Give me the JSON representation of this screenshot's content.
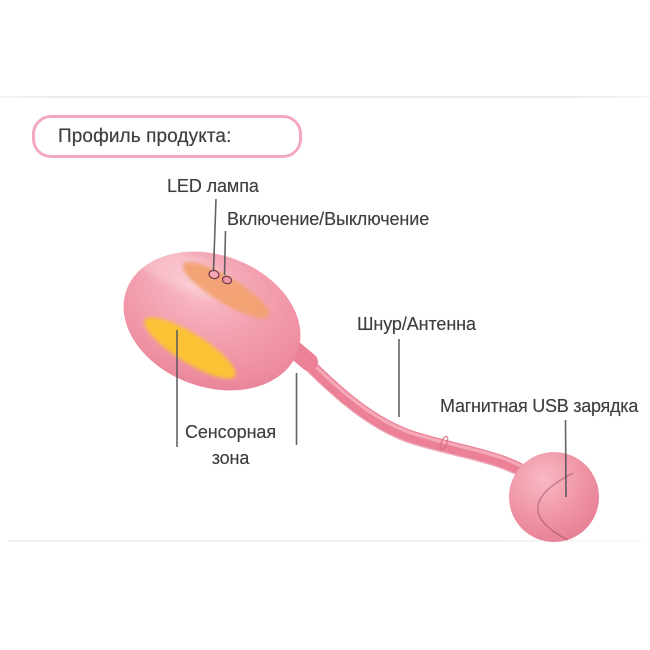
{
  "title_box": {
    "text": "Профиль продукта:"
  },
  "callouts": {
    "led": "LED лампа",
    "power": "Включение/Выключение",
    "cord": "Шнур/Антенна",
    "usb": "Магнитная USB зарядка",
    "sensor_line1": "Сенсорная",
    "sensor_line2": "зона"
  },
  "colors": {
    "title_border": "#f3a9bd",
    "label_text": "#3e3e40",
    "leader_line": "#56565a",
    "egg_pink": "#f09aab",
    "patch_orange": "#f3a271",
    "patch_yellow": "#fbc235",
    "cord_pink": "#ec8096",
    "cord_highlight": "#f7afbd",
    "cord_shadow": "#e0738a",
    "ball_pink": "#ef93a5",
    "button_outline": "#7b4050",
    "page_rule": "#ededed"
  }
}
